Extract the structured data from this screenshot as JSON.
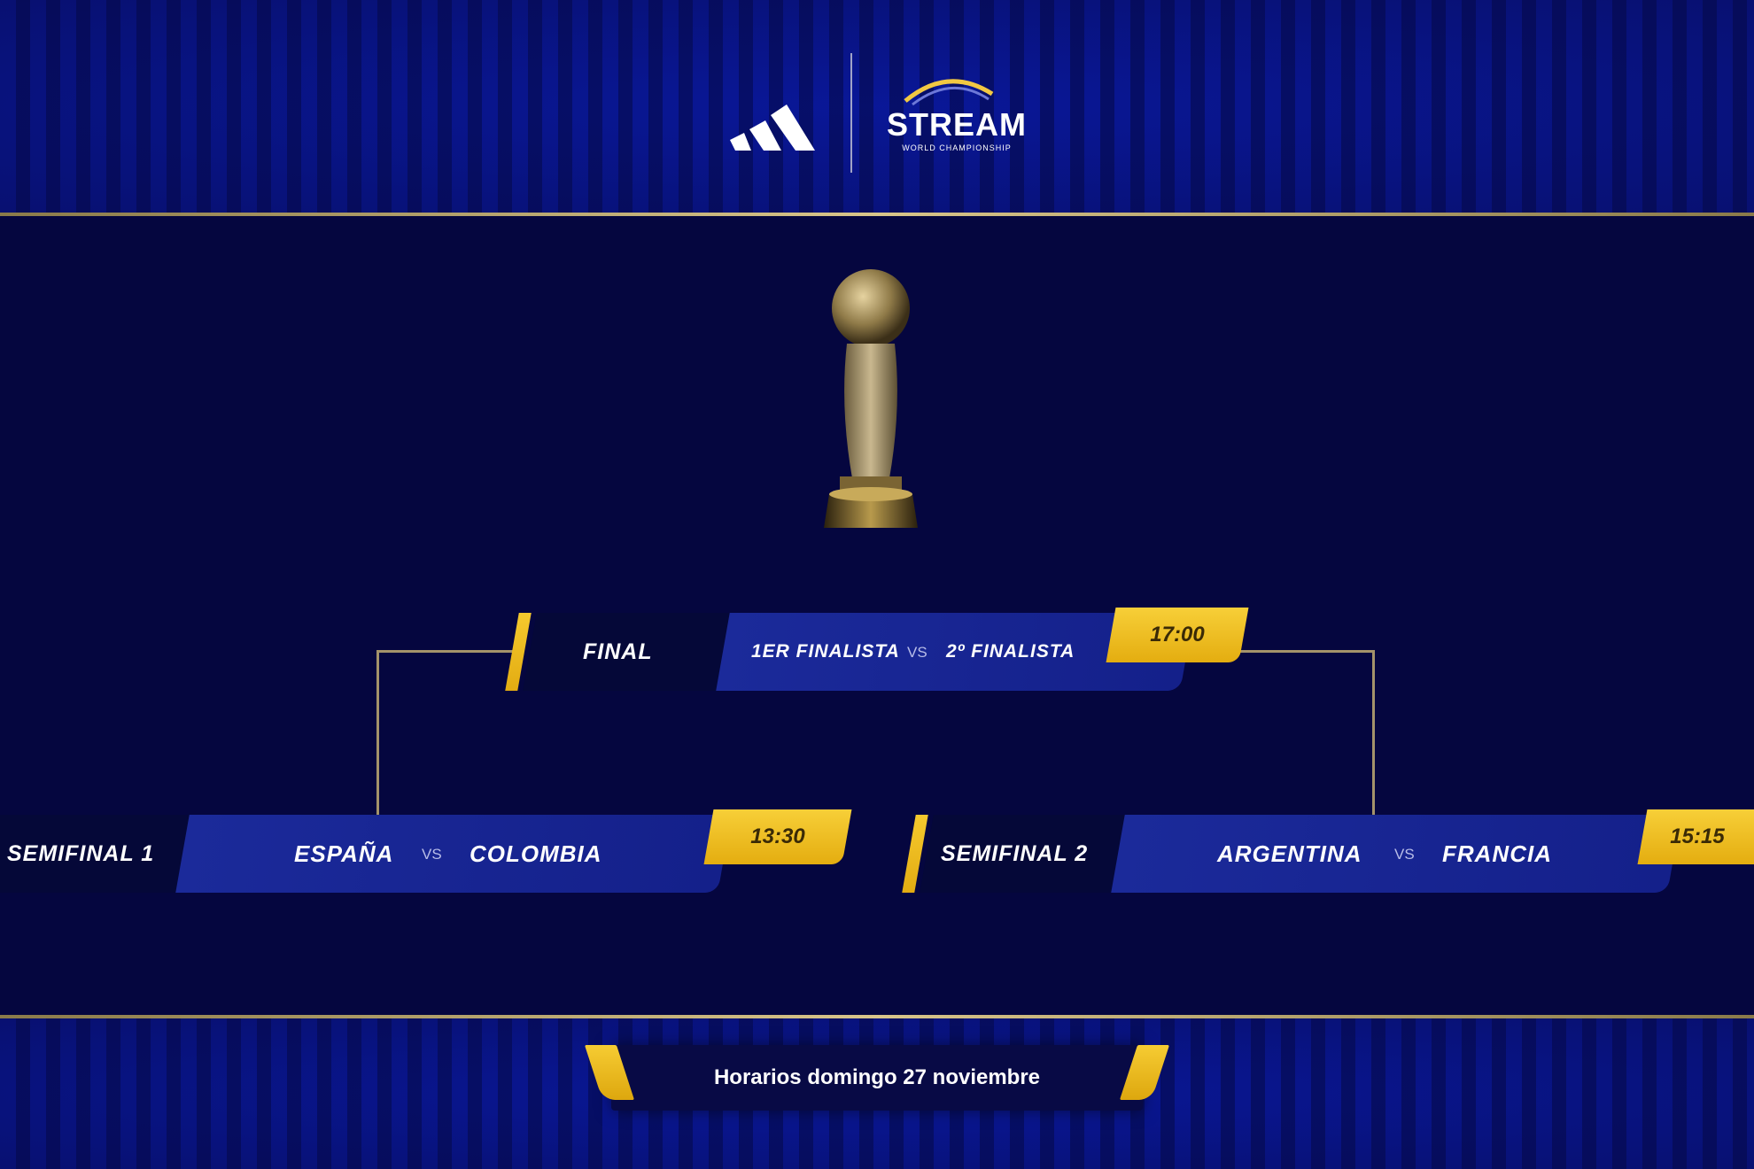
{
  "header": {
    "brand_logo": "adidas-logo-icon",
    "stream_title": "STREAM",
    "stream_subtitle": "WORLD CHAMPIONSHIP"
  },
  "trophy": "trophy-icon",
  "final": {
    "label": "FINAL",
    "team1": "1ER FINALISTA",
    "vs": "VS",
    "team2": "2º FINALISTA",
    "time": "17:00"
  },
  "semifinal1": {
    "label": "SEMIFINAL 1",
    "team1": "ESPAÑA",
    "vs": "VS",
    "team2": "COLOMBIA",
    "time": "13:30"
  },
  "semifinal2": {
    "label": "SEMIFINAL 2",
    "team1": "ARGENTINA",
    "vs": "VS",
    "team2": "FRANCIA",
    "time": "15:15"
  },
  "footer": {
    "schedule_text": "Horarios domingo 27 noviembre"
  },
  "colors": {
    "background": "#05063f",
    "stripe_blue": "#0a1aa6",
    "accent_gold": "#f5c92e",
    "team_bar_blue": "#1b2a9a"
  }
}
